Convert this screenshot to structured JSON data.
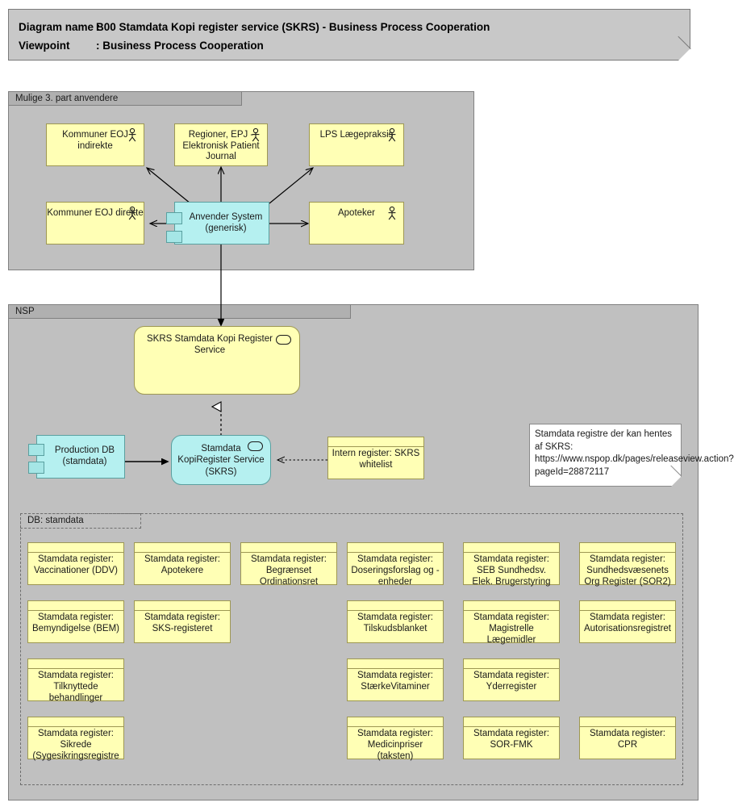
{
  "header": {
    "diagram_name_label": "Diagram name :",
    "diagram_name_value": "B00 Stamdata Kopi register service (SKRS) - Business Process Cooperation",
    "viewpoint_label": "Viewpoint",
    "viewpoint_value": ": Business Process Cooperation"
  },
  "groups": {
    "third_party": {
      "title": "Mulige 3. part anvendere"
    },
    "nsp": {
      "title": "NSP"
    },
    "db_stamdata": {
      "title": "DB: stamdata"
    }
  },
  "third_party_actors": [
    {
      "name": "Kommuner EOJ indirekte",
      "icon": "actor-icon"
    },
    {
      "name": "Regioner, EPJ - Elektronisk Patient Journal",
      "icon": "actor-icon"
    },
    {
      "name": "LPS Lægepraksis",
      "icon": "actor-icon"
    },
    {
      "name": "Kommuner EOJ direkte",
      "icon": "actor-icon"
    },
    {
      "name": "Apoteker",
      "icon": "actor-icon"
    }
  ],
  "components": {
    "anvender_system": "Anvender System (generisk)",
    "production_db": "Production DB (stamdata)"
  },
  "services": {
    "skrs_service": "SKRS Stamdata Kopi Register Service",
    "skrs_component": "Stamdata KopiRegister Service (SKRS)"
  },
  "intern_register": "Intern register: SKRS whitelist",
  "note": "Stamdata registre der kan hentes af SKRS: https://www.nspop.dk/pages/releaseview.action?pageId=28872117",
  "registers": [
    {
      "text": "Stamdata register: Vaccinationer (DDV)",
      "col": 0,
      "row": 0
    },
    {
      "text": "Stamdata register: Apotekere",
      "col": 1,
      "row": 0
    },
    {
      "text": "Stamdata register: Begrænset Ordinationsret",
      "col": 2,
      "row": 0
    },
    {
      "text": "Stamdata register: Doseringsforslag og -enheder",
      "col": 3,
      "row": 0
    },
    {
      "text": "Stamdata register: SEB Sundhedsv. Elek. Brugerstyring",
      "col": 4,
      "row": 0
    },
    {
      "text": "Stamdata register: Sundhedsvæsenets Org Register (SOR2)",
      "col": 5,
      "row": 0
    },
    {
      "text": "Stamdata register: Bemyndigelse (BEM)",
      "col": 0,
      "row": 1
    },
    {
      "text": "Stamdata register: SKS-registeret",
      "col": 1,
      "row": 1
    },
    {
      "text": "Stamdata register: Tilskudsblanket",
      "col": 3,
      "row": 1
    },
    {
      "text": "Stamdata register: Magistrelle Lægemidler",
      "col": 4,
      "row": 1
    },
    {
      "text": "Stamdata register: Autorisationsregistret",
      "col": 5,
      "row": 1
    },
    {
      "text": "Stamdata register: Tilknyttede behandlinger",
      "col": 0,
      "row": 2
    },
    {
      "text": "Stamdata register: StærkeVitaminer",
      "col": 3,
      "row": 2
    },
    {
      "text": "Stamdata register: Yderregister",
      "col": 4,
      "row": 2
    },
    {
      "text": "Stamdata register: Sikrede (Sygesikringsregistre",
      "col": 0,
      "row": 3
    },
    {
      "text": "Stamdata register: Medicinpriser (taksten)",
      "col": 3,
      "row": 3
    },
    {
      "text": "Stamdata register: SOR-FMK",
      "col": 4,
      "row": 3
    },
    {
      "text": "Stamdata register: CPR",
      "col": 5,
      "row": 3
    }
  ],
  "colors": {
    "business_yellow": "#ffffb5",
    "application_cyan": "#b5f0f0",
    "group_gray": "#c0c0c0",
    "group_tab_gray": "#b0b0b0",
    "banner_gray": "#c8c8c8",
    "note_white": "#ffffff",
    "line_black": "#000000"
  }
}
